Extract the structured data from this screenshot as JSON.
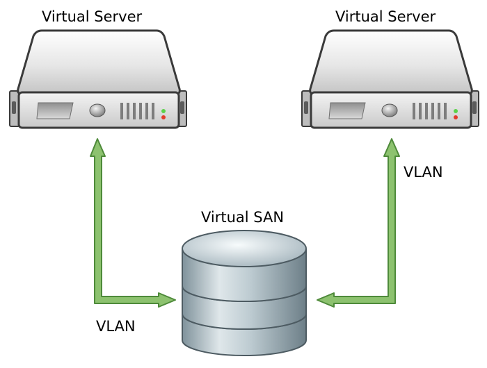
{
  "servers": [
    {
      "label": "Virtual Server"
    },
    {
      "label": "Virtual Server"
    }
  ],
  "storage": {
    "label": "Virtual SAN"
  },
  "links": [
    {
      "label": "VLAN",
      "from": "storage",
      "to": "servers.0"
    },
    {
      "label": "VLAN",
      "from": "storage",
      "to": "servers.1"
    }
  ],
  "colors": {
    "link_fill": "#8dc26f",
    "link_stroke": "#4e8a3a",
    "server_body": "#d8d8d8",
    "server_outline": "#3a3a3a",
    "san_body": "#aebfc7",
    "status_led_green": "#5bd24a",
    "status_led_red": "#e33a2c"
  },
  "icons": [
    "server-icon",
    "server-icon",
    "database-icon"
  ]
}
